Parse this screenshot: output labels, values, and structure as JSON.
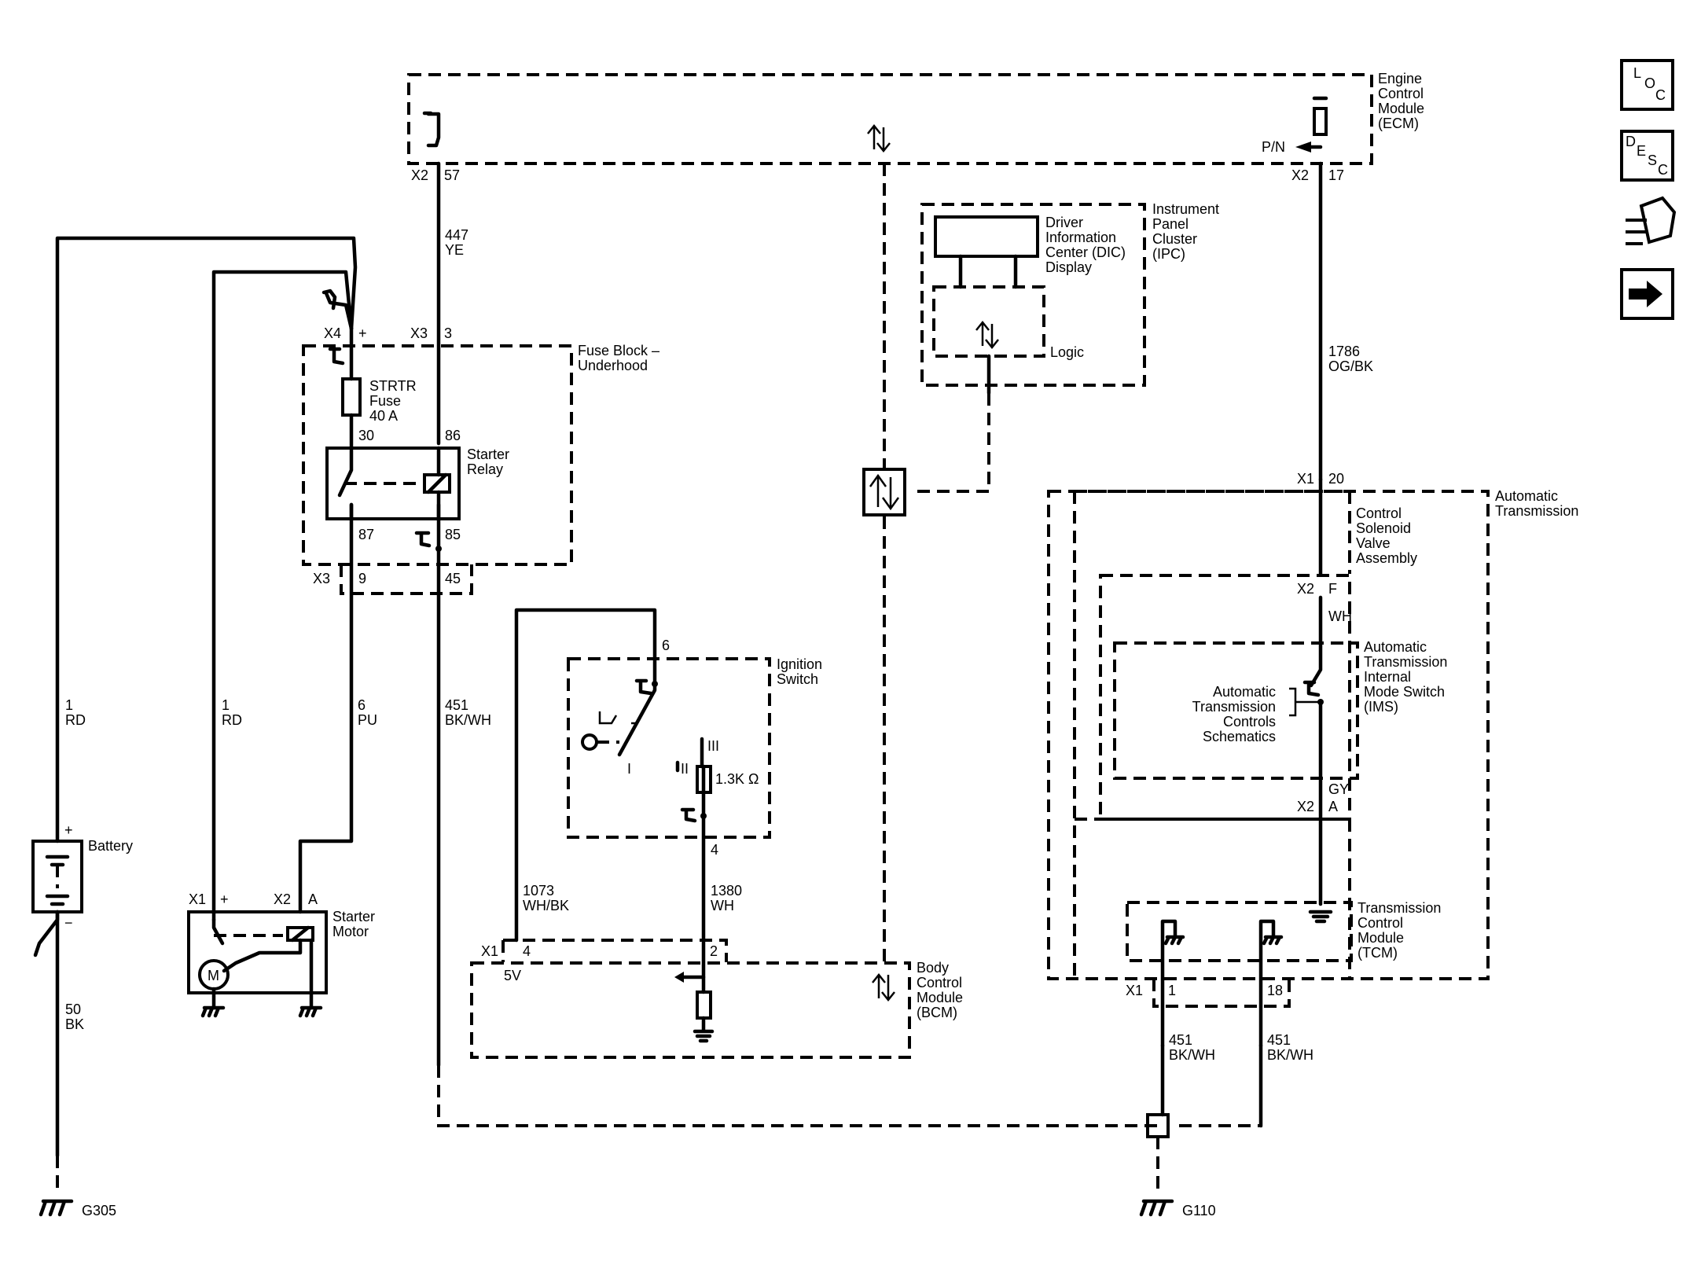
{
  "nav": {
    "loc": [
      "L",
      "O",
      "C"
    ],
    "desc": [
      "D",
      "E",
      "S",
      "C"
    ],
    "tool_icon": "connector-tool-icon",
    "next_icon": "arrow-right-icon"
  },
  "ecm": {
    "title": [
      "Engine",
      "Control",
      "Module",
      "(ECM)"
    ],
    "x2_left": "X2",
    "pin57": "57",
    "x2_right": "X2",
    "pin17": "17",
    "pn": "P/N"
  },
  "wires": {
    "w447": [
      "447",
      "YE"
    ],
    "w1786": [
      "1786",
      "OG/BK"
    ],
    "w1rd_a": [
      "1",
      "RD"
    ],
    "w1rd_b": [
      "1",
      "RD"
    ],
    "w6pu": [
      "6",
      "PU"
    ],
    "w451_main": [
      "451",
      "BK/WH"
    ],
    "w50bk": [
      "50",
      "BK"
    ],
    "w1073": [
      "1073",
      "WH/BK"
    ],
    "w1380": [
      "1380",
      "WH"
    ],
    "w451_tcm1": [
      "451",
      "BK/WH"
    ],
    "w451_tcm2": [
      "451",
      "BK/WH"
    ],
    "wh": "WH",
    "gy": "GY"
  },
  "ipc": {
    "title": [
      "Instrument",
      "Panel",
      "Cluster",
      "(IPC)"
    ],
    "dic": [
      "Driver",
      "Information",
      "Center (DIC)",
      "Display"
    ],
    "logic": "Logic"
  },
  "fuse_block": {
    "title": [
      "Fuse Block –",
      "Underhood"
    ],
    "x4": "X4",
    "plus": "+",
    "x3_top": "X3",
    "pin3": "3",
    "fuse": [
      "STRTR",
      "Fuse",
      "40 A"
    ],
    "pin30": "30",
    "pin86": "86",
    "relay": [
      "Starter",
      "Relay"
    ],
    "pin87": "87",
    "pin85": "85",
    "x3_bot": "X3",
    "pin9": "9",
    "pin45": "45"
  },
  "ignition": {
    "title": [
      "Ignition",
      "Switch"
    ],
    "pin6": "6",
    "pin4": "4",
    "pos1": "I",
    "pos2": "II",
    "pos3": "III",
    "resistor": "1.3K Ω"
  },
  "bcm": {
    "title": [
      "Body",
      "Control",
      "Module",
      "(BCM)"
    ],
    "x1": "X1",
    "pin4": "4",
    "pin2": "2",
    "v5": "5V"
  },
  "battery": {
    "label": "Battery",
    "plus": "+",
    "minus": "−",
    "ground": "G305"
  },
  "starter": {
    "label": [
      "Starter",
      "Motor"
    ],
    "x1": "X1",
    "plus": "+",
    "x2": "X2",
    "a": "A",
    "motor": "M"
  },
  "transmission": {
    "title": [
      "Automatic",
      "Transmission"
    ],
    "x1_top": "X1",
    "pin20": "20",
    "csva": [
      "Control",
      "Solenoid",
      "Valve",
      "Assembly"
    ],
    "x2_f": "X2",
    "f": "F",
    "ims": [
      "Automatic",
      "Transmission",
      "Internal",
      "Mode Switch",
      "(IMS)"
    ],
    "atcs": [
      "Automatic",
      "Transmission",
      "Controls",
      "Schematics"
    ],
    "x2_a": "X2",
    "a": "A",
    "tcm": [
      "Transmission",
      "Control",
      "Module",
      "(TCM)"
    ],
    "x1_bot": "X1",
    "pin1": "1",
    "pin18": "18",
    "ground": "G110"
  }
}
